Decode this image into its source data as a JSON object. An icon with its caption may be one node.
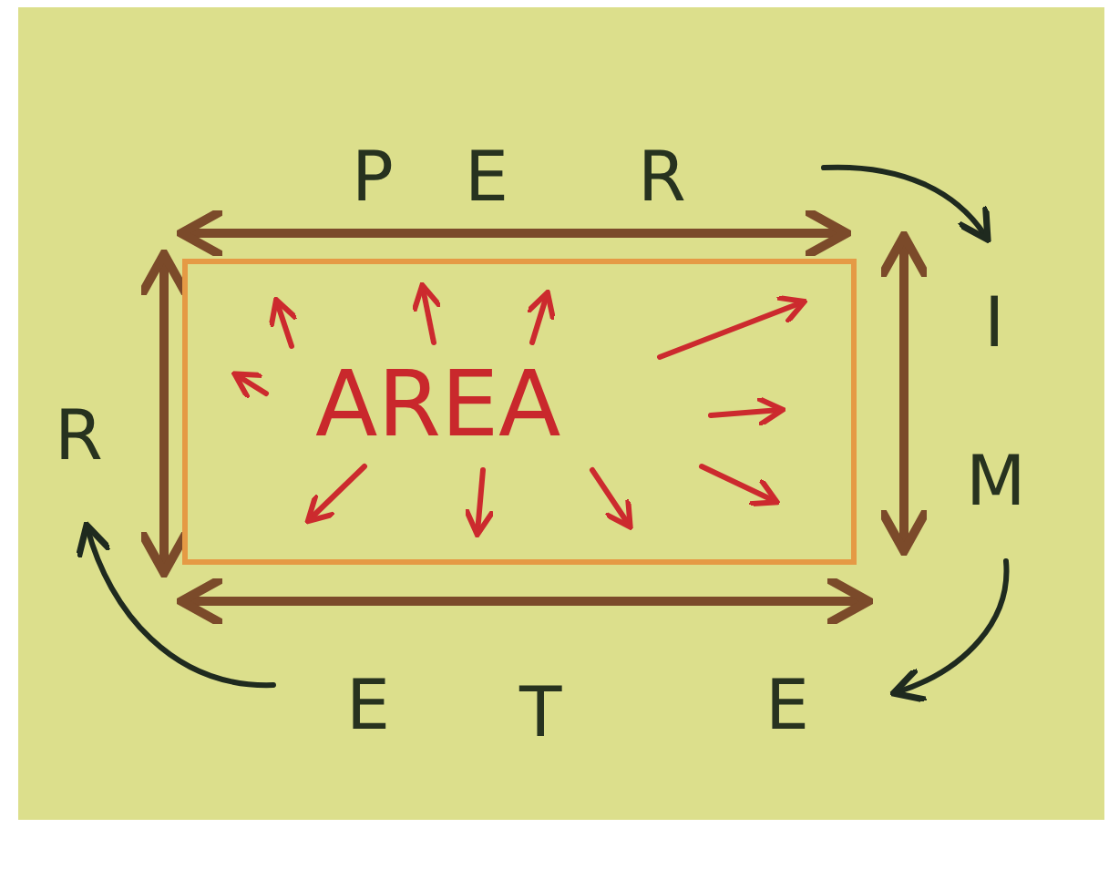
{
  "diagram": {
    "nodes": [
      {
        "text": [
          "AREA"
        ]
      }
    ],
    "labels": [
      "P",
      "E",
      "R",
      "I",
      "M",
      "E",
      "T",
      "E",
      "R"
    ]
  }
}
